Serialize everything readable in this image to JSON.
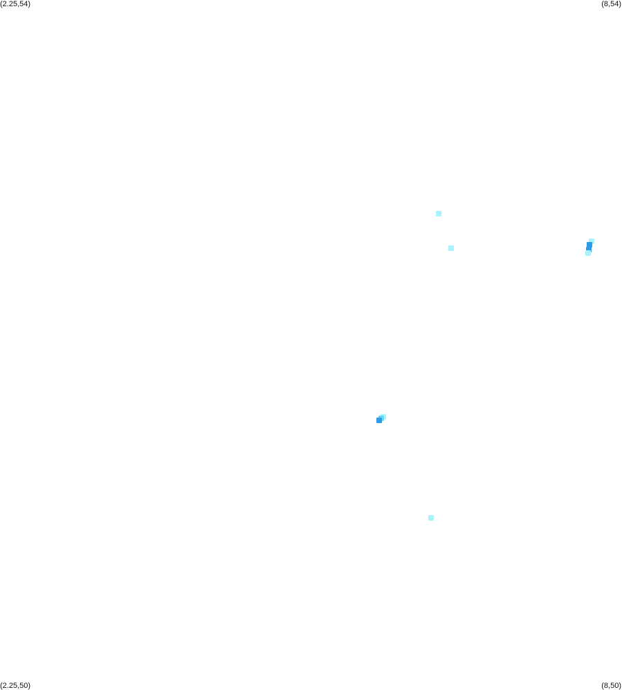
{
  "map": {
    "corners": {
      "top_left": "(2.25,54)",
      "top_right": "(8,54)",
      "bottom_left": "(2.25,50)",
      "bottom_right": "(8,50)"
    },
    "extent": {
      "lon_min": 2.25,
      "lon_max": 8,
      "lat_min": 50,
      "lat_max": 54
    },
    "colors": {
      "background": "#ffffff",
      "light": "#a9f3ff",
      "medium": "#69d8f6",
      "dark": "#2f9be6"
    },
    "cells": [
      {
        "lon": 6.302,
        "lat": 52.76,
        "color": "#a9f3ff"
      },
      {
        "lon": 6.418,
        "lat": 52.56,
        "color": "#a9f3ff"
      },
      {
        "lon": 7.721,
        "lat": 52.6,
        "color": "#a9f3ff"
      },
      {
        "lon": 7.701,
        "lat": 52.58,
        "color": "#2f9be6"
      },
      {
        "lon": 7.695,
        "lat": 52.55,
        "color": "#2f9be6"
      },
      {
        "lon": 7.688,
        "lat": 52.53,
        "color": "#a9f3ff"
      },
      {
        "lon": 5.796,
        "lat": 51.58,
        "color": "#a9f3ff"
      },
      {
        "lon": 5.777,
        "lat": 51.57,
        "color": "#69d8f6"
      },
      {
        "lon": 5.757,
        "lat": 51.56,
        "color": "#2f9be6"
      },
      {
        "lon": 6.237,
        "lat": 50.99,
        "color": "#a9f3ff"
      }
    ]
  }
}
